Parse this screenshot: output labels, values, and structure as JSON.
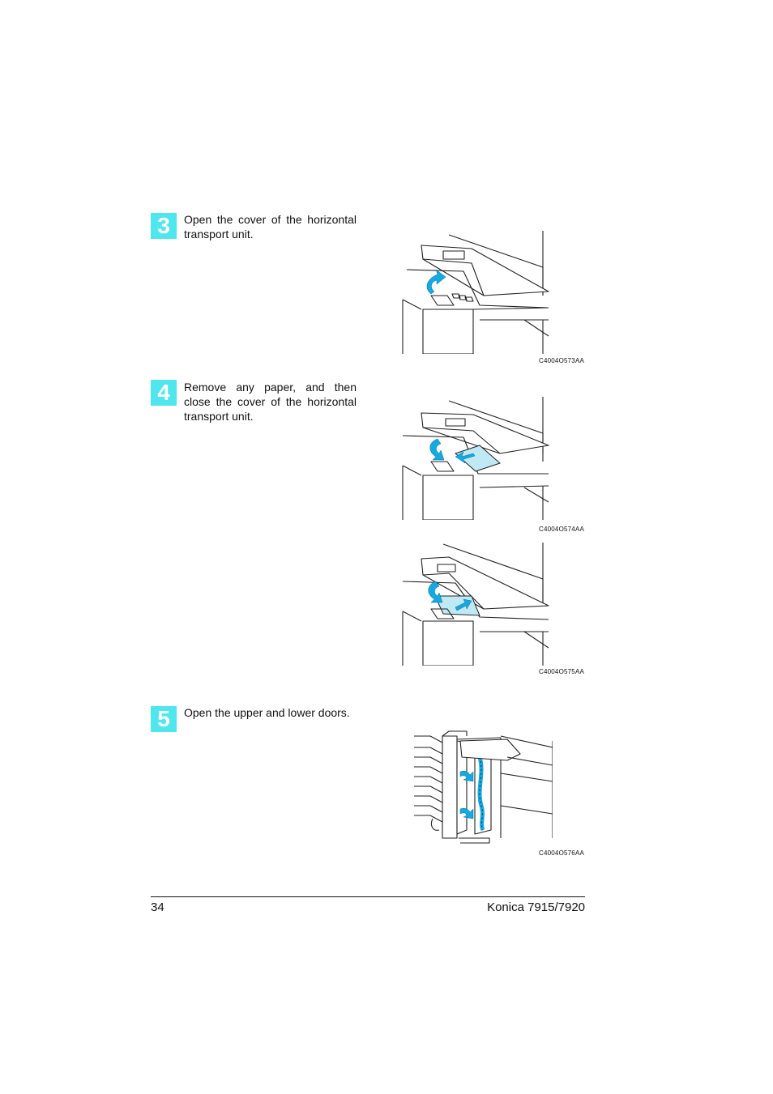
{
  "steps": [
    {
      "number": "3",
      "text": "Open the cover of the horizontal transport unit.",
      "figure_code": "C4004O573AA"
    },
    {
      "number": "4",
      "text": "Remove any paper, and then close the cover of the horizontal transport unit.",
      "figure_code": "C4004O574AA",
      "figure_code_2": "C4004O575AA"
    },
    {
      "number": "5",
      "text": "Open the upper and lower doors.",
      "figure_code": "C4004O576AA"
    }
  ],
  "footer": {
    "page_number": "34",
    "product": "Konica 7915/7920"
  },
  "colors": {
    "badge": "#4fe6ee",
    "arrow": "#14a9e0",
    "paper": "#bfe9f4"
  }
}
